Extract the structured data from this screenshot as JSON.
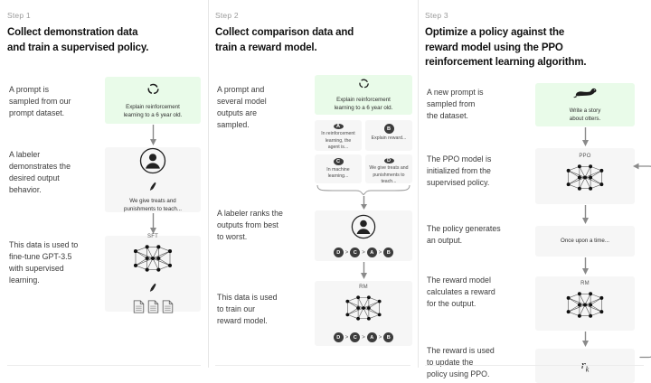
{
  "meta": {
    "colors": {
      "prompt_green": "#e9fbe9",
      "panel_grey": "#f6f6f6",
      "node_dark": "#3c3c3c",
      "divider": "#e6e6e6",
      "text": "#3b3b3b",
      "muted": "#9a9a9a"
    }
  },
  "steps": [
    {
      "label": "Step 1",
      "title": "Collect demonstration data\nand train a supervised policy.",
      "texts": [
        "A prompt is\nsampled from our\nprompt dataset.",
        "A labeler\ndemonstrates the\ndesired output\nbehavior.",
        "This data is used to\nfine-tune GPT-3.5\nwith supervised\nlearning."
      ],
      "prompt_box": {
        "icon": "recycle-icon",
        "text": "Explain reinforcement\nlearning to a 6 year old."
      },
      "labeler_box": {
        "icon": "person-circle-icon",
        "pen_icon": "pen-icon",
        "text": "We give treats and\npunishments to teach..."
      },
      "train_box": {
        "caption": "SFT",
        "icon": "neural-net-icon",
        "pen_icon": "pen-icon",
        "docs_icon": "documents-icon"
      }
    },
    {
      "label": "Step 2",
      "title": "Collect comparison data and\ntrain a reward model.",
      "texts": [
        "A prompt and\nseveral model\noutputs are\nsampled.",
        "A labeler ranks the\noutputs from best\nto worst.",
        "This data is used\nto train our\nreward model."
      ],
      "prompt_box": {
        "icon": "recycle-icon",
        "text": "Explain reinforcement\nlearning to a 6 year old."
      },
      "outputs": [
        {
          "badge": "A",
          "text": "In reinforcement\nlearning, the\nagent is..."
        },
        {
          "badge": "B",
          "text": "Explain reward..."
        },
        {
          "badge": "C",
          "text": "In machine\nlearning..."
        },
        {
          "badge": "D",
          "text": "We give treats and\npunishments to\nteach..."
        }
      ],
      "ranker_box": {
        "icon": "person-circle-icon",
        "ranking": [
          "D",
          "C",
          "A",
          "B"
        ],
        "separator": ">"
      },
      "reward_box": {
        "caption": "RM",
        "icon": "neural-net-icon",
        "ranking": [
          "D",
          "C",
          "A",
          "B"
        ],
        "separator": ">"
      }
    },
    {
      "label": "Step 3",
      "title": "Optimize a policy against the\nreward model using the PPO\nreinforcement learning algorithm.",
      "texts": [
        "A new prompt is\nsampled from\nthe dataset.",
        "The PPO model is\ninitialized from the\nsupervised policy.",
        "The policy generates\nan output.",
        "The reward model\ncalculates a reward\nfor the output.",
        "The reward is used\nto update the\npolicy using PPO."
      ],
      "prompt_box": {
        "icon": "otter-icon",
        "text": "Write a story\nabout otters."
      },
      "ppo_box": {
        "caption": "PPO",
        "icon": "neural-net-icon"
      },
      "output_box": {
        "text": "Once upon a time..."
      },
      "rm_box": {
        "caption": "RM",
        "icon": "neural-net-icon"
      },
      "reward_box": {
        "formula": "r",
        "subscript": "k"
      },
      "feedback_loop": "feedback-arrow"
    }
  ]
}
